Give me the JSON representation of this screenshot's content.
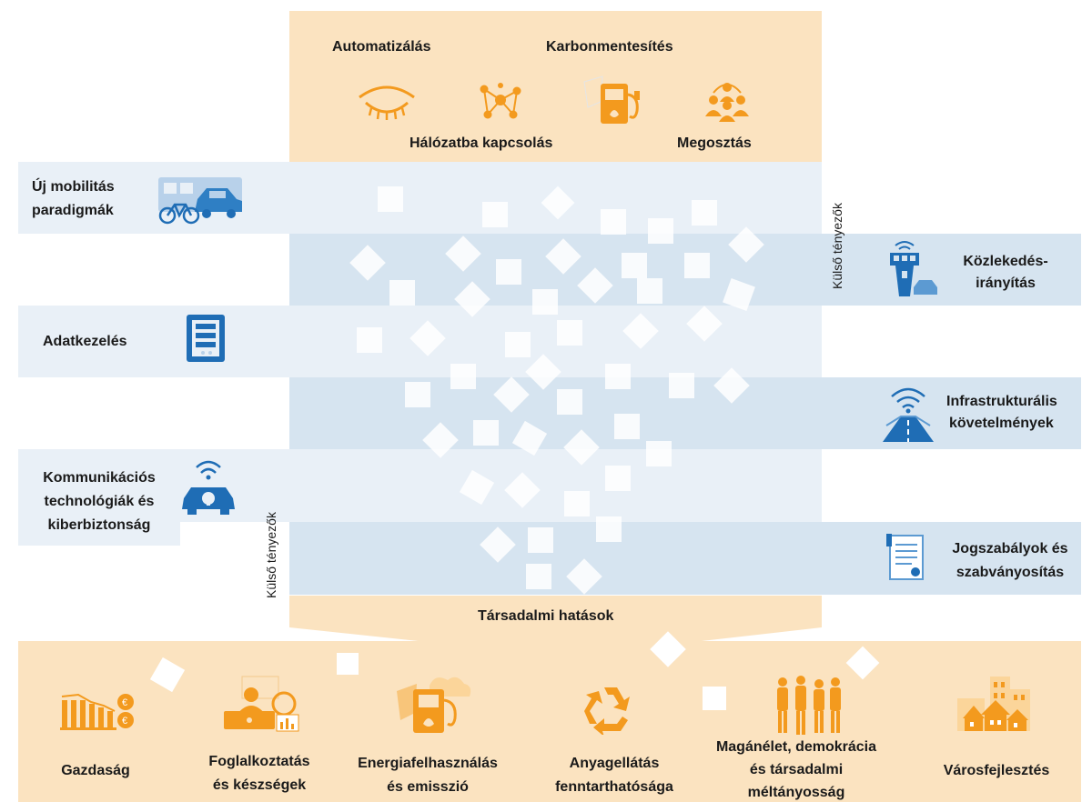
{
  "drivers": {
    "automation": "Automatizálás",
    "decarbonization": "Karbonmentesítés",
    "connectivity": "Hálózatba kapcsolás",
    "sharing": "Megosztás"
  },
  "left_factors": {
    "mobility_line1": "Új mobilitás",
    "mobility_line2": "paradigmák",
    "data": "Adatkezelés",
    "comm_line1": "Kommunikációs",
    "comm_line2": "technológiák és",
    "comm_line3": "kiberbiztonság"
  },
  "right_factors": {
    "traffic_line1": "Közlekedés-",
    "traffic_line2": "irányítás",
    "infra_line1": "Infrastrukturális",
    "infra_line2": "követelmények",
    "law_line1": "Jogszabályok és",
    "law_line2": "szabványosítás"
  },
  "external_label": "Külső tényezők",
  "social_impacts": "Társadalmi hatások",
  "impacts": {
    "economy": "Gazdaság",
    "employment_line1": "Foglalkoztatás",
    "employment_line2": "és készségek",
    "energy_line1": "Energiafelhasználás",
    "energy_line2": "és emisszió",
    "materials_line1": "Anyagellátás",
    "materials_line2": "fenntarthatósága",
    "privacy_line1": "Magánélet, demokrácia",
    "privacy_line2": "és társadalmi",
    "privacy_line3": "méltányosság",
    "urban": "Városfejlesztés"
  },
  "colors": {
    "orange": "#f39a1e",
    "peach": "#fbe3c0",
    "blue": "#1f6db5",
    "band_light": "#e9f0f7",
    "band_dark": "#d6e4f0"
  }
}
